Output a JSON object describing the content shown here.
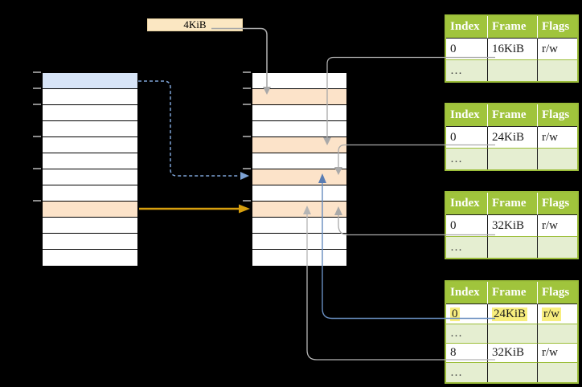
{
  "page_size_label": "4KiB",
  "virtual_memory_table": {
    "rows": 12,
    "blue_row_index": 0,
    "orange_row_index": 8
  },
  "physical_memory_table": {
    "rows": 12,
    "orange_row_indices": [
      1,
      4,
      6,
      8
    ]
  },
  "frame_tables": [
    {
      "id": "frame-table-16",
      "headers": [
        "Index",
        "Frame",
        "Flags"
      ],
      "rows": [
        [
          "0",
          "16KiB",
          "r/w"
        ],
        [
          "…",
          "",
          ""
        ]
      ]
    },
    {
      "id": "frame-table-24",
      "headers": [
        "Index",
        "Frame",
        "Flags"
      ],
      "rows": [
        [
          "0",
          "24KiB",
          "r/w"
        ],
        [
          "…",
          "",
          ""
        ]
      ]
    },
    {
      "id": "frame-table-32",
      "headers": [
        "Index",
        "Frame",
        "Flags"
      ],
      "rows": [
        [
          "0",
          "32KiB",
          "r/w"
        ],
        [
          "…",
          "",
          ""
        ]
      ]
    },
    {
      "id": "frame-table-level2",
      "headers": [
        "Index",
        "Frame",
        "Flags"
      ],
      "highlighted_row_index": 0,
      "rows": [
        [
          "0",
          "24KiB",
          "r/w"
        ],
        [
          "…",
          "",
          ""
        ],
        [
          "8",
          "32KiB",
          "r/w"
        ],
        [
          "…",
          "",
          ""
        ]
      ]
    }
  ],
  "colors": {
    "header_green": "#a0c43c",
    "row_light_green": "#e5eed1",
    "row_orange": "#fce3c9",
    "row_blue": "#d7e4f7",
    "label_tan": "#fbe7c2",
    "highlight_yellow": "#f8ee7e",
    "arrow_gray": "#a9a9a9",
    "arrow_blue_solid": "#688dbf",
    "arrow_blue_dashed": "#7da3d6",
    "arrow_orange": "#d79f0e"
  }
}
